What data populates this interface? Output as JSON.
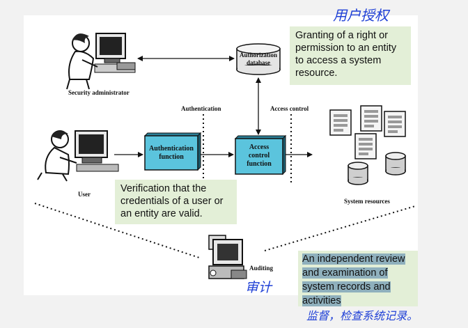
{
  "labels": {
    "security_administrator": "Security administrator",
    "user": "User",
    "authentication": "Authentication",
    "access_control": "Access control",
    "system_resources": "System resources",
    "auditing": "Auditing",
    "authorization_database_line1": "Authorization",
    "authorization_database_line2": "database",
    "authentication_function_line1": "Authentication",
    "authentication_function_line2": "function",
    "access_control_function_line1": "Access",
    "access_control_function_line2": "control",
    "access_control_function_line3": "function"
  },
  "notes": {
    "authorization": "Granting of a right or permission to an entity to access a system resource.",
    "authentication": "Verification that the credentials of a user or an entity are valid.",
    "auditing_line1": "An independent review",
    "auditing_line2": "and examination of",
    "auditing_line3": "system records and",
    "auditing_line4": "activities"
  },
  "handwriting": {
    "top_right": "用户授权",
    "auditing": "审计",
    "bottom": "监督，检查系统记录。"
  },
  "colors": {
    "note_background": "#e3efd7",
    "note_highlight": "#8fb0bd",
    "function_box_fill": "#5bc4dd",
    "handwriting": "#1e3fd6"
  }
}
